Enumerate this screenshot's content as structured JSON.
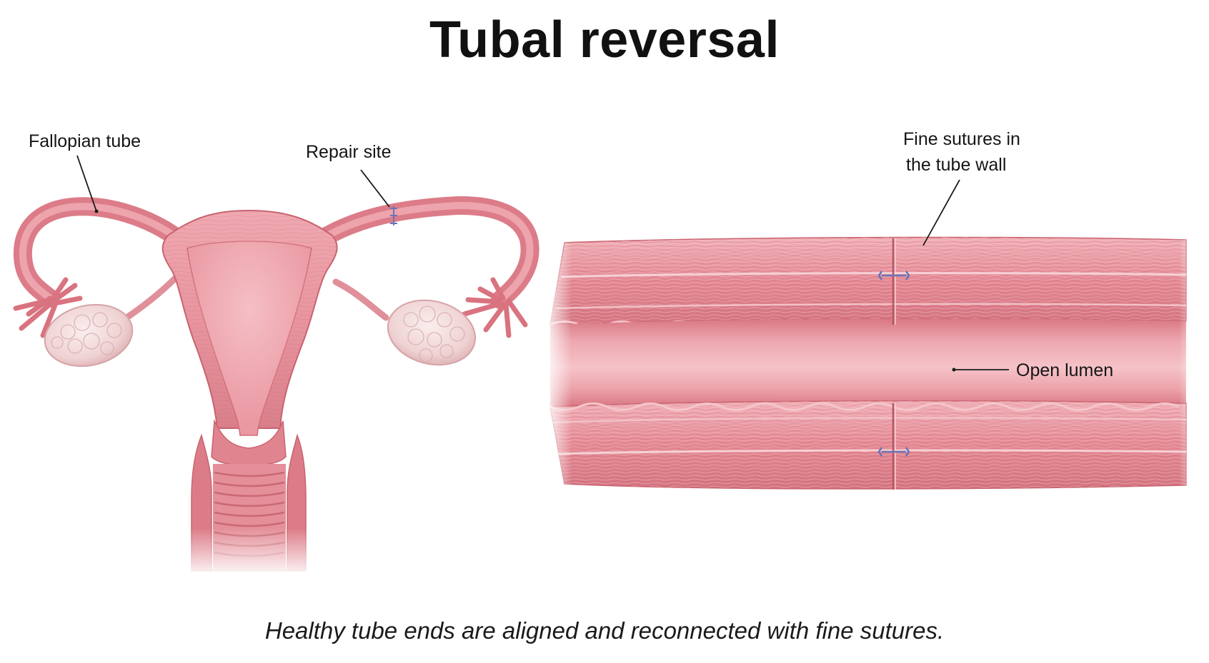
{
  "title": "Tubal reversal",
  "labels": {
    "fallopian_tube": "Fallopian tube",
    "repair_site": "Repair site",
    "fine_sutures_line1": "Fine sutures in",
    "fine_sutures_line2": "the tube wall",
    "open_lumen": "Open lumen"
  },
  "caption": "Healthy tube ends are aligned and reconnected with fine sutures.",
  "colors": {
    "tissue": "#e58a95",
    "tissue_dark": "#c9636f",
    "tissue_light": "#f3b9bf",
    "ovary": "#f2dada",
    "suture": "#6a73b8"
  }
}
